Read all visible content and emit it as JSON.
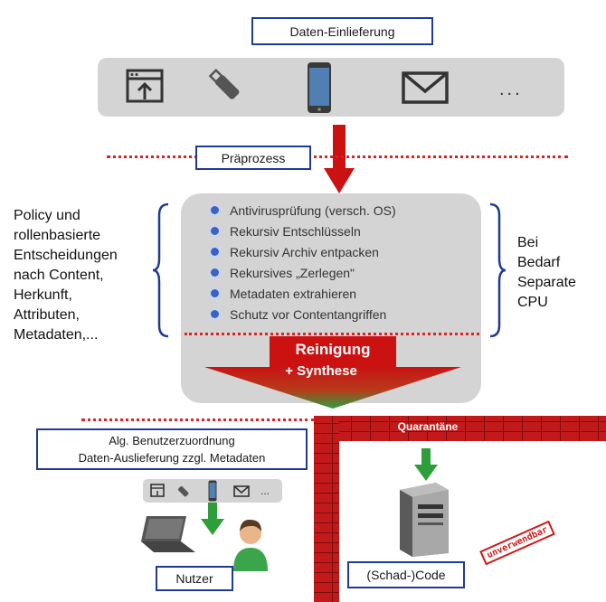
{
  "steps": {
    "delivery": "Daten-Einlieferung",
    "preprocess": "Präprozess",
    "cleaning": "Reinigung",
    "synthesis": "+ Synthese",
    "user_assignment_line1": "Alg. Benutzerzuordnung",
    "user_assignment_line2": "Daten-Auslieferung zzgl. Metadaten",
    "user": "Nutzer",
    "quarantine": "Quarantäne",
    "malware": "(Schad-)Code",
    "stamp": "unverwendbar"
  },
  "input_channels": [
    {
      "icon": "upload-window-icon"
    },
    {
      "icon": "usb-stick-icon"
    },
    {
      "icon": "smartphone-icon"
    },
    {
      "icon": "envelope-icon"
    },
    {
      "icon": "more-icon",
      "label": "..."
    }
  ],
  "left_note": [
    "Policy und",
    "rollenbasierte",
    "Entscheidungen",
    "nach Content,",
    "Herkunft,",
    "Attributen,",
    "Metadaten,..."
  ],
  "right_note": [
    "Bei",
    "Bedarf",
    "Separate",
    "CPU"
  ],
  "process_steps": [
    "Antivirusprüfung (versch. OS)",
    "Rekursiv Entschlüsseln",
    "Rekursiv Archiv entpacken",
    "Rekursives „Zerlegen\"",
    "Metadaten extrahieren",
    "Schutz vor Contentangriffen"
  ],
  "colors": {
    "accent_blue": "#1f3a93",
    "arrow_red": "#cc1111",
    "arrow_green": "#2e9e3a",
    "brick": "#c21a1a"
  }
}
